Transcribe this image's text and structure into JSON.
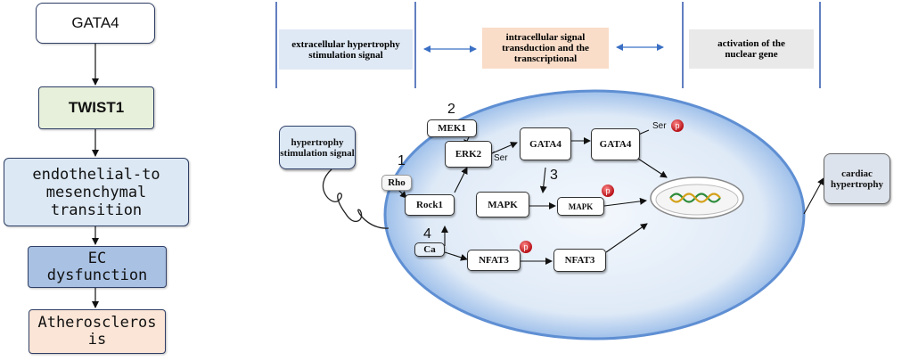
{
  "flowchart": {
    "gata4": "GATA4",
    "twist1": "TWIST1",
    "endmt": "endothelial-to mesenchymal transition",
    "ec": "EC dysfunction",
    "atherosclerosis": "Atheroscleros is"
  },
  "header": {
    "extracellular": "extracellular hypertrophy stimulation signal",
    "intracellular": "intracellular signal transduction and the transcriptional",
    "nuclear": "activation of the nuclear gene"
  },
  "pathway": {
    "stimulus": "hypertrophy stimulation signal",
    "rho": "Rho",
    "rock1": "Rock1",
    "mek1": "MEK1",
    "erk2": "ERK2",
    "ser_erk": "Ser",
    "gata4_a": "GATA4",
    "gata4_b": "GATA4",
    "ser_gata": "Ser",
    "mapk_a": "MAPK",
    "mapk_b": "MAPK",
    "ca": "Ca",
    "nfat3_a": "NFAT3",
    "nfat3_b": "NFAT3",
    "outcome": "cardiac hypertrophy",
    "phospho": "p",
    "step1": "1",
    "step2": "2",
    "step3": "3",
    "step4": "4"
  },
  "colors": {
    "box_border": "#2f3f66",
    "arrow_blue": "#3a6fc4",
    "cell_fill": "#d7e6f5",
    "cell_border": "#5f8fd3",
    "phospho_red": "#c0161b"
  },
  "icons": {
    "dna": "dna-helix-icon",
    "phospho": "phosphate-dot-icon"
  }
}
